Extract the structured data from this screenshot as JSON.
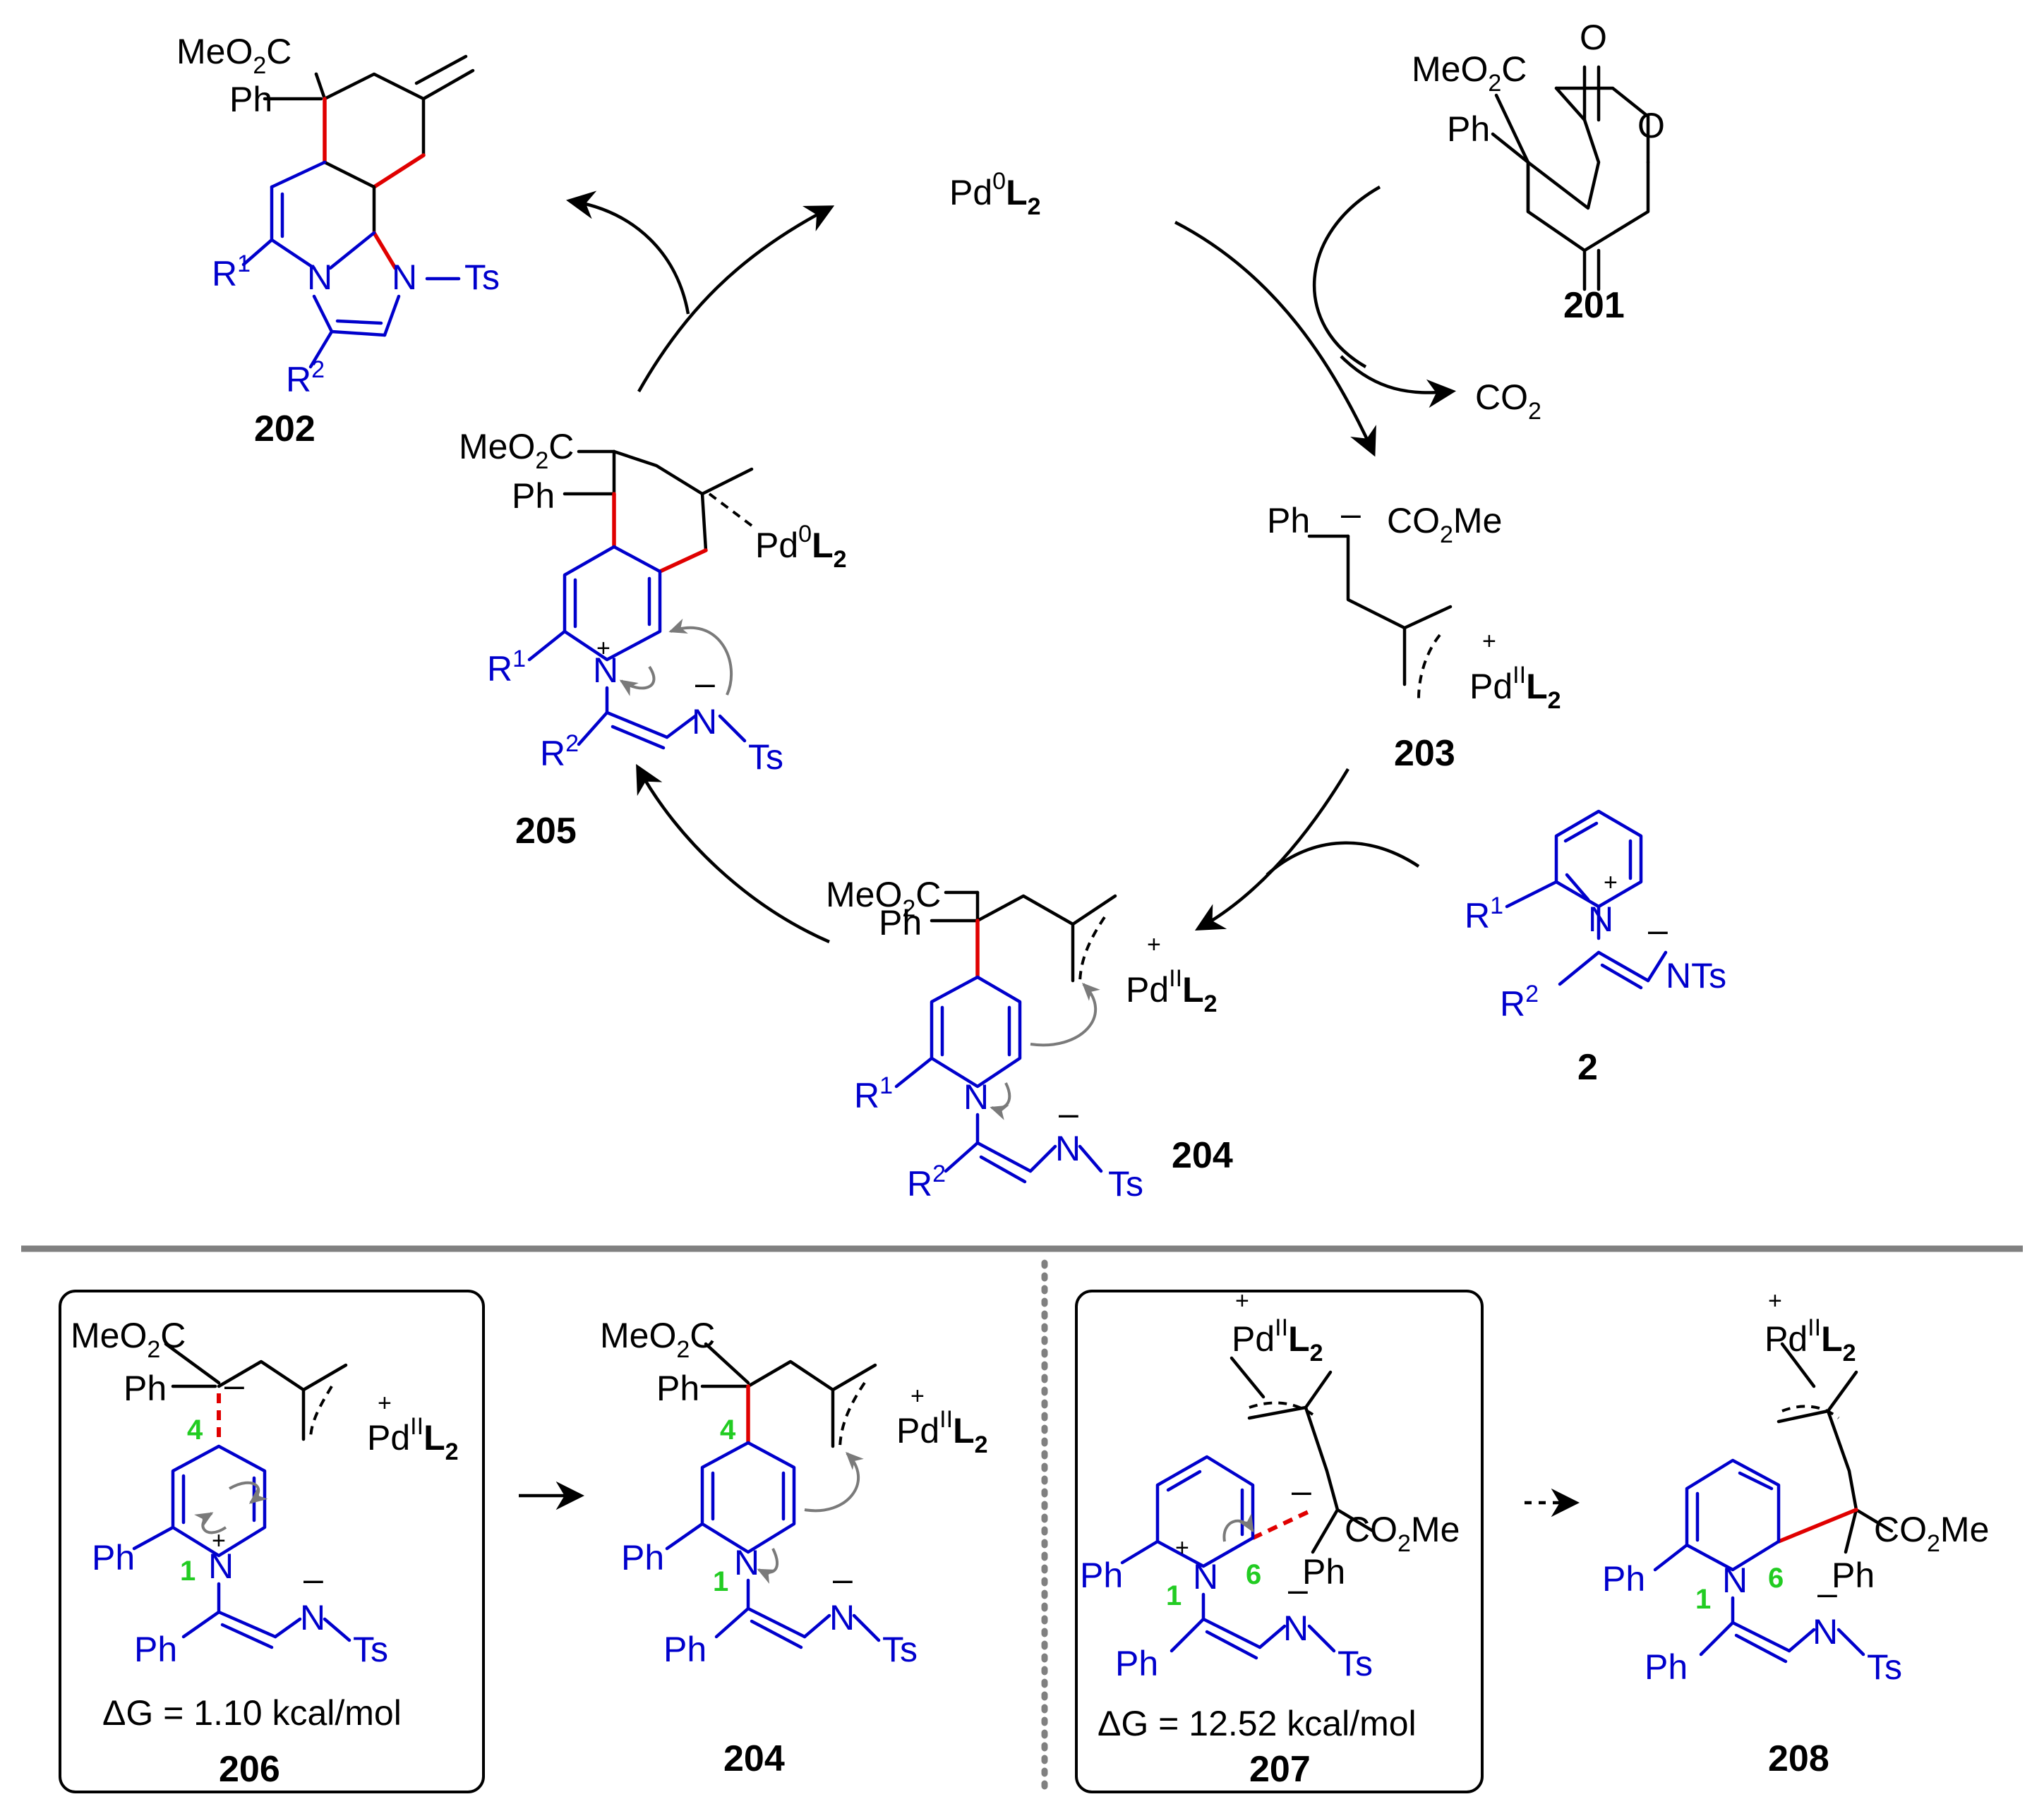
{
  "catalyst": "Pd0L2",
  "catalyst_parts": {
    "metal": "Pd",
    "ox_state": "0",
    "ligand": "L",
    "ligand_sub": "2"
  },
  "byproduct": {
    "text": "CO",
    "sub": "2"
  },
  "compounds": {
    "c201": "201",
    "c202": "202",
    "c203": "203",
    "c204": "204",
    "c205": "205",
    "c2": "2",
    "c206": "206",
    "c204b": "204",
    "c207": "207",
    "c208": "208"
  },
  "groups": {
    "meo2c": "MeO",
    "co2me": "CO",
    "me": "Me",
    "ph": "Ph",
    "ts": "Ts",
    "nts": "NTs",
    "n": "N",
    "o": "O",
    "r": "R",
    "plus": "+",
    "minus": "–",
    "pdII": "Pd",
    "roman_II": "II",
    "roman_0": "0",
    "L": "L",
    "two": "2",
    "one": "1"
  },
  "atom_numbers": {
    "n1": "1",
    "c4": "4",
    "c6": "6"
  },
  "energies": {
    "dg206": "ΔG = 1.10 kcal/mol",
    "dg207": "ΔG = 12.52 kcal/mol"
  },
  "colors": {
    "new_bond": "#e00000",
    "pyridinium": "#0000cc",
    "atom_label": "#22cc22",
    "curly_arrow": "#7a7a7a"
  }
}
